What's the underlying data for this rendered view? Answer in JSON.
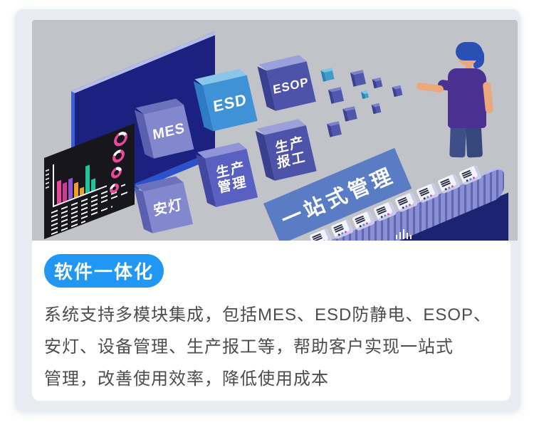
{
  "card": {
    "badge_label": "软件一体化",
    "paragraph_lines": [
      "系统支持多模块集成，包括MES、ESD防静电、ESOP、",
      "安灯、设备管理、生产报工等，帮助客户实现一站式",
      "管理，改善使用效率，降低使用成本"
    ]
  },
  "illustration": {
    "cubes": [
      {
        "label": "MES"
      },
      {
        "label": "ESD"
      },
      {
        "label": "ESOP"
      },
      {
        "label": "安灯"
      },
      {
        "label": "生产管理"
      },
      {
        "label": "生产报工"
      }
    ],
    "banner_label": "一站式管理"
  },
  "colors": {
    "badge_bg": "#2196f3",
    "paragraph_text": "#4d4d4d",
    "frame_bg": "#e9ecf2",
    "illustration_bg": "#c1c3c9",
    "board_navy": "#1c2180",
    "banner_blue": "#5a7cc4",
    "belt_indigo": "#8b90d2",
    "accent_pink": "#e8489a",
    "accent_orange": "#f0a028",
    "accent_teal": "#1fc49e"
  }
}
